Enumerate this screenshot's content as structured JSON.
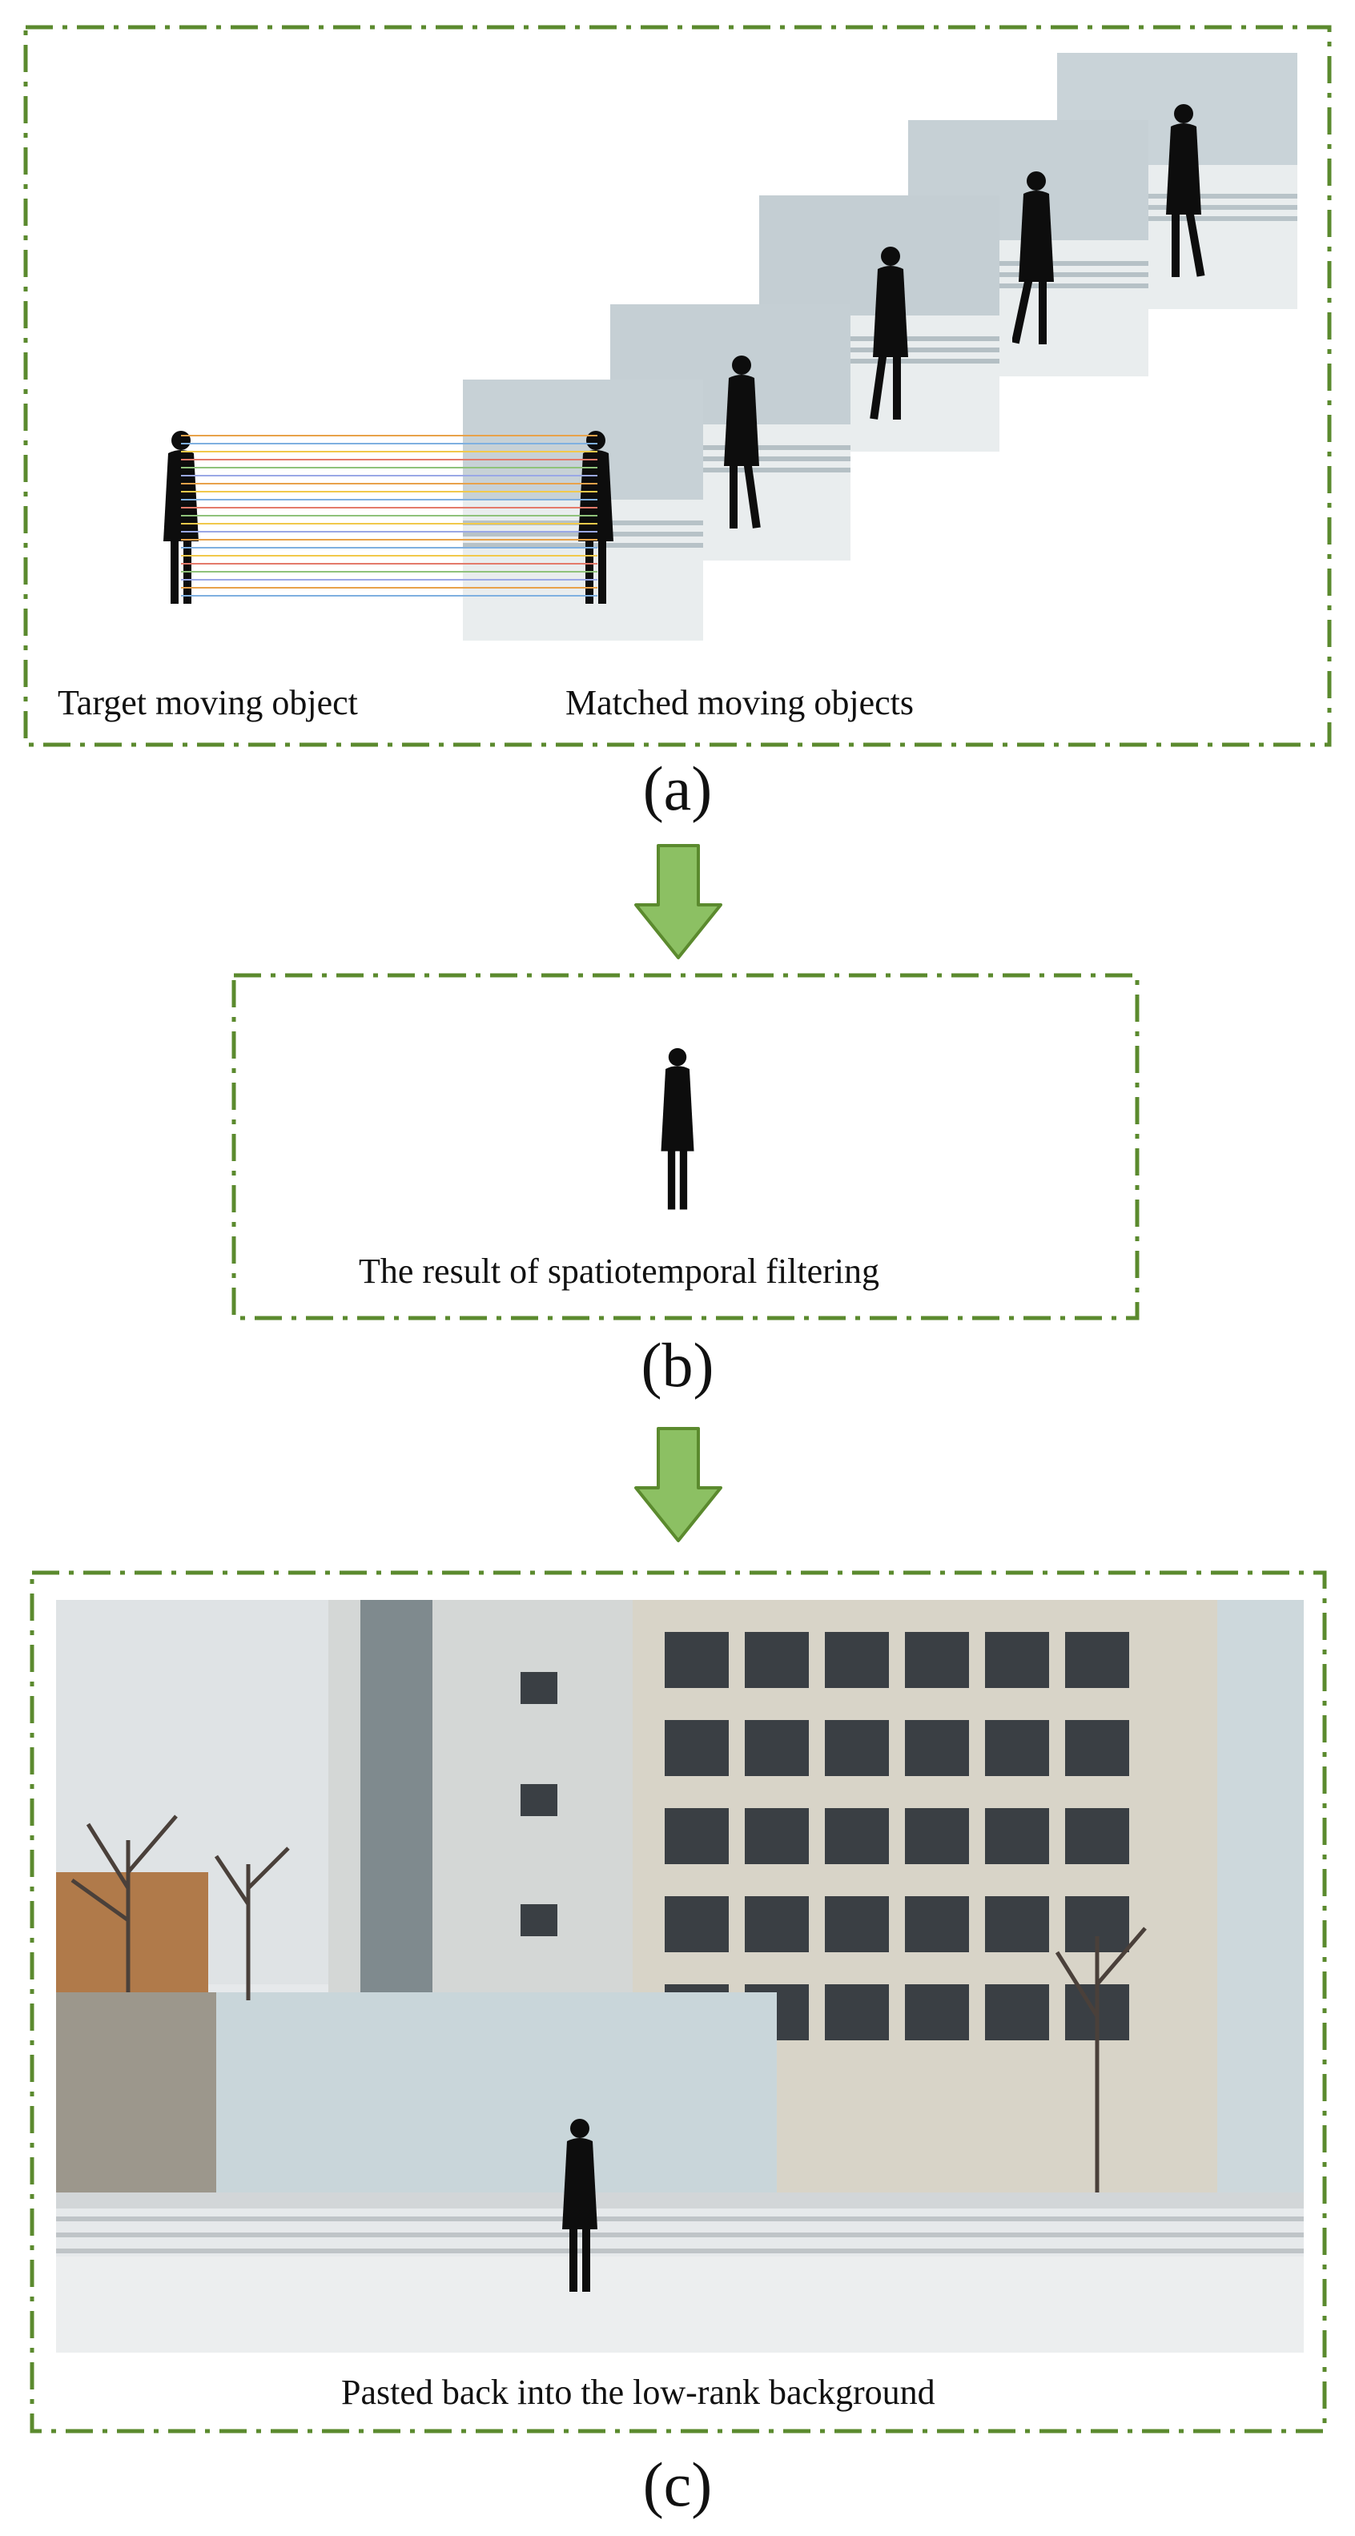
{
  "panel_a": {
    "label": "(a)",
    "target_caption": "Target moving object",
    "matched_caption": "Matched moving objects"
  },
  "panel_b": {
    "label": "(b)",
    "caption": "The result of spatiotemporal filtering"
  },
  "panel_c": {
    "label": "(c)",
    "caption": "Pasted back into the low-rank background"
  },
  "colors": {
    "border": "#5b8a2e",
    "arrow_fill": "#8cc063",
    "arrow_stroke": "#5b8a2e",
    "silhouette": "#0d0d0d"
  },
  "icons": [
    "person-silhouette-icon",
    "down-arrow-icon"
  ]
}
